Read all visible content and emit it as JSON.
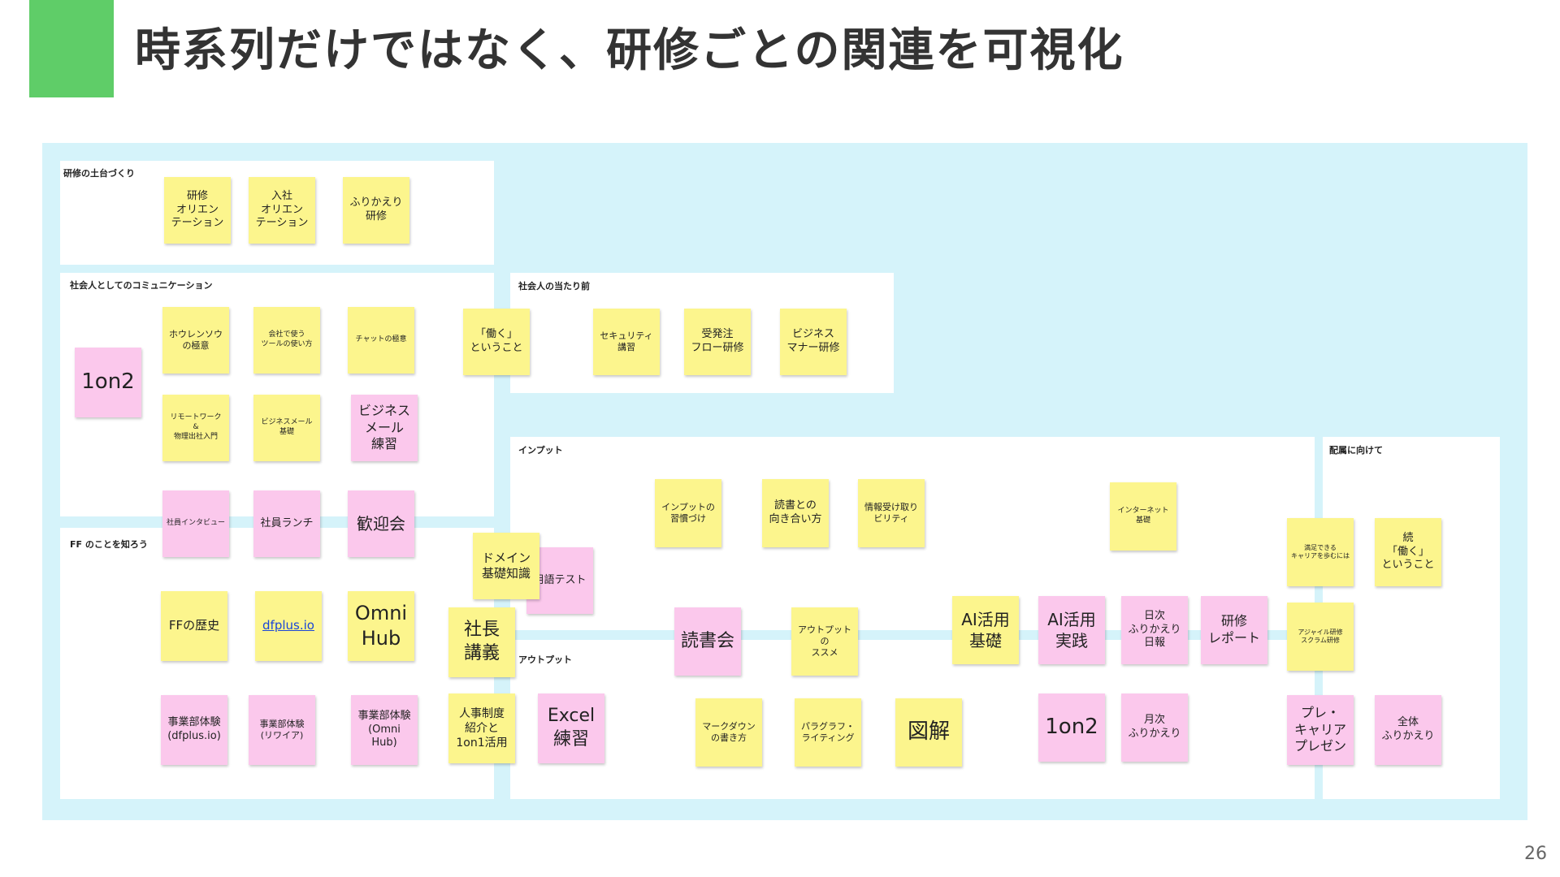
{
  "slide": {
    "title": "時系列だけではなく、研修ごとの関連を可視化",
    "page_number": "26",
    "colors": {
      "accent": "#5fcd68",
      "board": "#d5f3fa",
      "sticky_yellow": "#fcf58d",
      "sticky_pink": "#fbc8ec"
    }
  },
  "groups": {
    "foundation": "研修の土台づくり",
    "communication": "社会人としてのコミュニケーション",
    "basics": "社会人の当たり前",
    "know_ff": "FF のことを知ろう",
    "input": "インプット",
    "output": "アウトプット",
    "assignment": "配属に向けて"
  },
  "notes": {
    "kenshu_orientation": "研修\nオリエン\nテーション",
    "nyusha_orientation": "入社\nオリエン\nテーション",
    "furikaeri_kenshu": "ふりかえり\n研修",
    "horenso": "ホウレンソウ\nの極意",
    "kaisha_tools": "会社で使う\nツールの使い方",
    "chat_gokui": "チャットの極意",
    "hataraku": "「働く」\nということ",
    "security": "セキュリティ\n講習",
    "juhatchu": "受発注\nフロー研修",
    "business_manner": "ビジネス\nマナー研修",
    "one_on_two_left": "1on2",
    "remote_work": "リモートワーク\n&\n物理出社入門",
    "business_mail_kiso": "ビジネスメール\n基礎",
    "business_mail_renshu": "ビジネス\nメール\n練習",
    "shain_interview": "社員インタビュー",
    "shain_lunch": "社員ランチ",
    "kangeikai": "歓迎会",
    "domain_kiso": "ドメイン\n基礎知識",
    "yougo_test": "用語テスト",
    "ff_history": "FFの歴史",
    "dfplus": "dfplus.io",
    "omni_hub": "Omni\nHub",
    "shacho_kogi": "社長\n講義",
    "jigyobu_dfplus": "事業部体験\n(dfplus.io)",
    "jigyobu_rewire": "事業部体験\n(リワイア)",
    "jigyobu_omni": "事業部体験\n(Omni\nHub)",
    "jinji_seido": "人事制度\n紹介と\n1on1活用",
    "excel_renshu": "Excel\n練習",
    "input_habit": "インプットの\n習慣づけ",
    "dokusho_mukiai": "読書との\n向き合い方",
    "joho_ukedori": "情報受け取り\nビリティ",
    "internet_kiso": "インターネット\n基礎",
    "dokushokai": "読書会",
    "output_susume": "アウトプット\nの\nススメ",
    "ai_kiso": "AI活用\n基礎",
    "ai_jissen": "AI活用\n実践",
    "nichiji_furikaeri": "日次\nふりかえり\n日報",
    "kenshu_report": "研修\nレポート",
    "markdown": "マークダウン\nの書き方",
    "paragraph_writing": "パラグラフ・\nライティング",
    "zukai": "図解",
    "one_on_two_right": "1on2",
    "getsuji_furikaeri": "月次\nふりかえり",
    "mankitsu_career": "満足できる\nキャリアを歩むには",
    "zoku_hataraku": "続\n「働く」\nということ",
    "agile_scrum": "アジャイル研修\nスクラム研修",
    "pre_career": "プレ・\nキャリア\nプレゼン",
    "zentai_furikaeri": "全体\nふりかえり"
  }
}
